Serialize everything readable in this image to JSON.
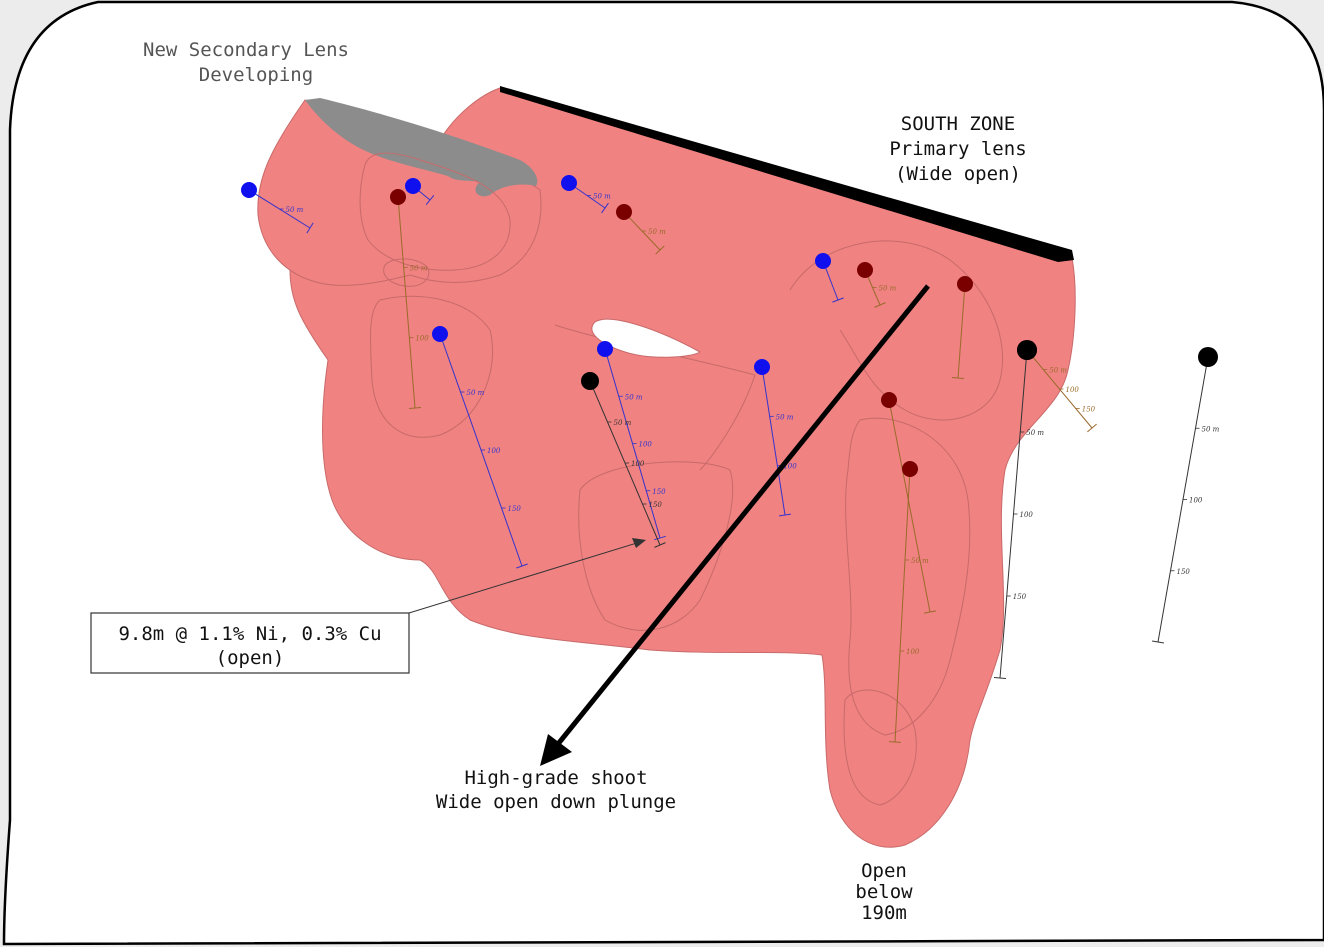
{
  "labels": {
    "secondary_lens": [
      "New  Secondary  Lens",
      "Developing"
    ],
    "south_zone": [
      "SOUTH  ZONE",
      "Primary  lens",
      "(Wide  open)"
    ],
    "intercept": [
      "9.8m  @  1.1%  Ni,  0.3%  Cu",
      "(open)"
    ],
    "shoot": [
      "High-grade  shoot",
      "Wide  open  down  plunge"
    ],
    "open_below": [
      "Open",
      "below",
      "190m"
    ]
  },
  "colors": {
    "lens": "#f08282",
    "lens_edge": "#c86a6a",
    "secondary_cap": "#8c8c8c",
    "hole_blue": "#1010ee",
    "hole_red": "#7a0000",
    "hole_black": "#000000",
    "trace_blue": "#3333cc",
    "trace_brown": "#9a6a2a",
    "trace_black": "#333333",
    "frame": "#000000",
    "panel": "#ffffff"
  },
  "holes": [
    {
      "color": "blue",
      "ticks": [
        "50 m"
      ]
    },
    {
      "color": "blue",
      "ticks": []
    },
    {
      "color": "red",
      "ticks": [
        "50 m",
        "100"
      ]
    },
    {
      "color": "blue",
      "ticks": [
        "50 m"
      ]
    },
    {
      "color": "red",
      "ticks": [
        "50 m"
      ]
    },
    {
      "color": "red",
      "ticks": [
        "50 m"
      ]
    },
    {
      "color": "blue",
      "ticks": [
        "50 m",
        "100",
        "150"
      ]
    },
    {
      "color": "blue",
      "ticks": [
        "50 m",
        "100",
        "150"
      ]
    },
    {
      "color": "black",
      "ticks": [
        "50 m",
        "100",
        "150"
      ]
    },
    {
      "color": "blue",
      "ticks": [
        "50 m",
        "100"
      ]
    },
    {
      "color": "blue",
      "ticks": []
    },
    {
      "color": "red",
      "ticks": []
    },
    {
      "color": "red",
      "ticks": []
    },
    {
      "color": "red",
      "ticks": [
        "50 m",
        "100"
      ]
    },
    {
      "color": "red",
      "ticks": [
        "50 m",
        "100",
        "150"
      ]
    },
    {
      "color": "black",
      "ticks": [
        "50 m",
        "100",
        "150"
      ]
    },
    {
      "color": "black",
      "ticks": [
        "50 m",
        "100",
        "150"
      ]
    }
  ]
}
